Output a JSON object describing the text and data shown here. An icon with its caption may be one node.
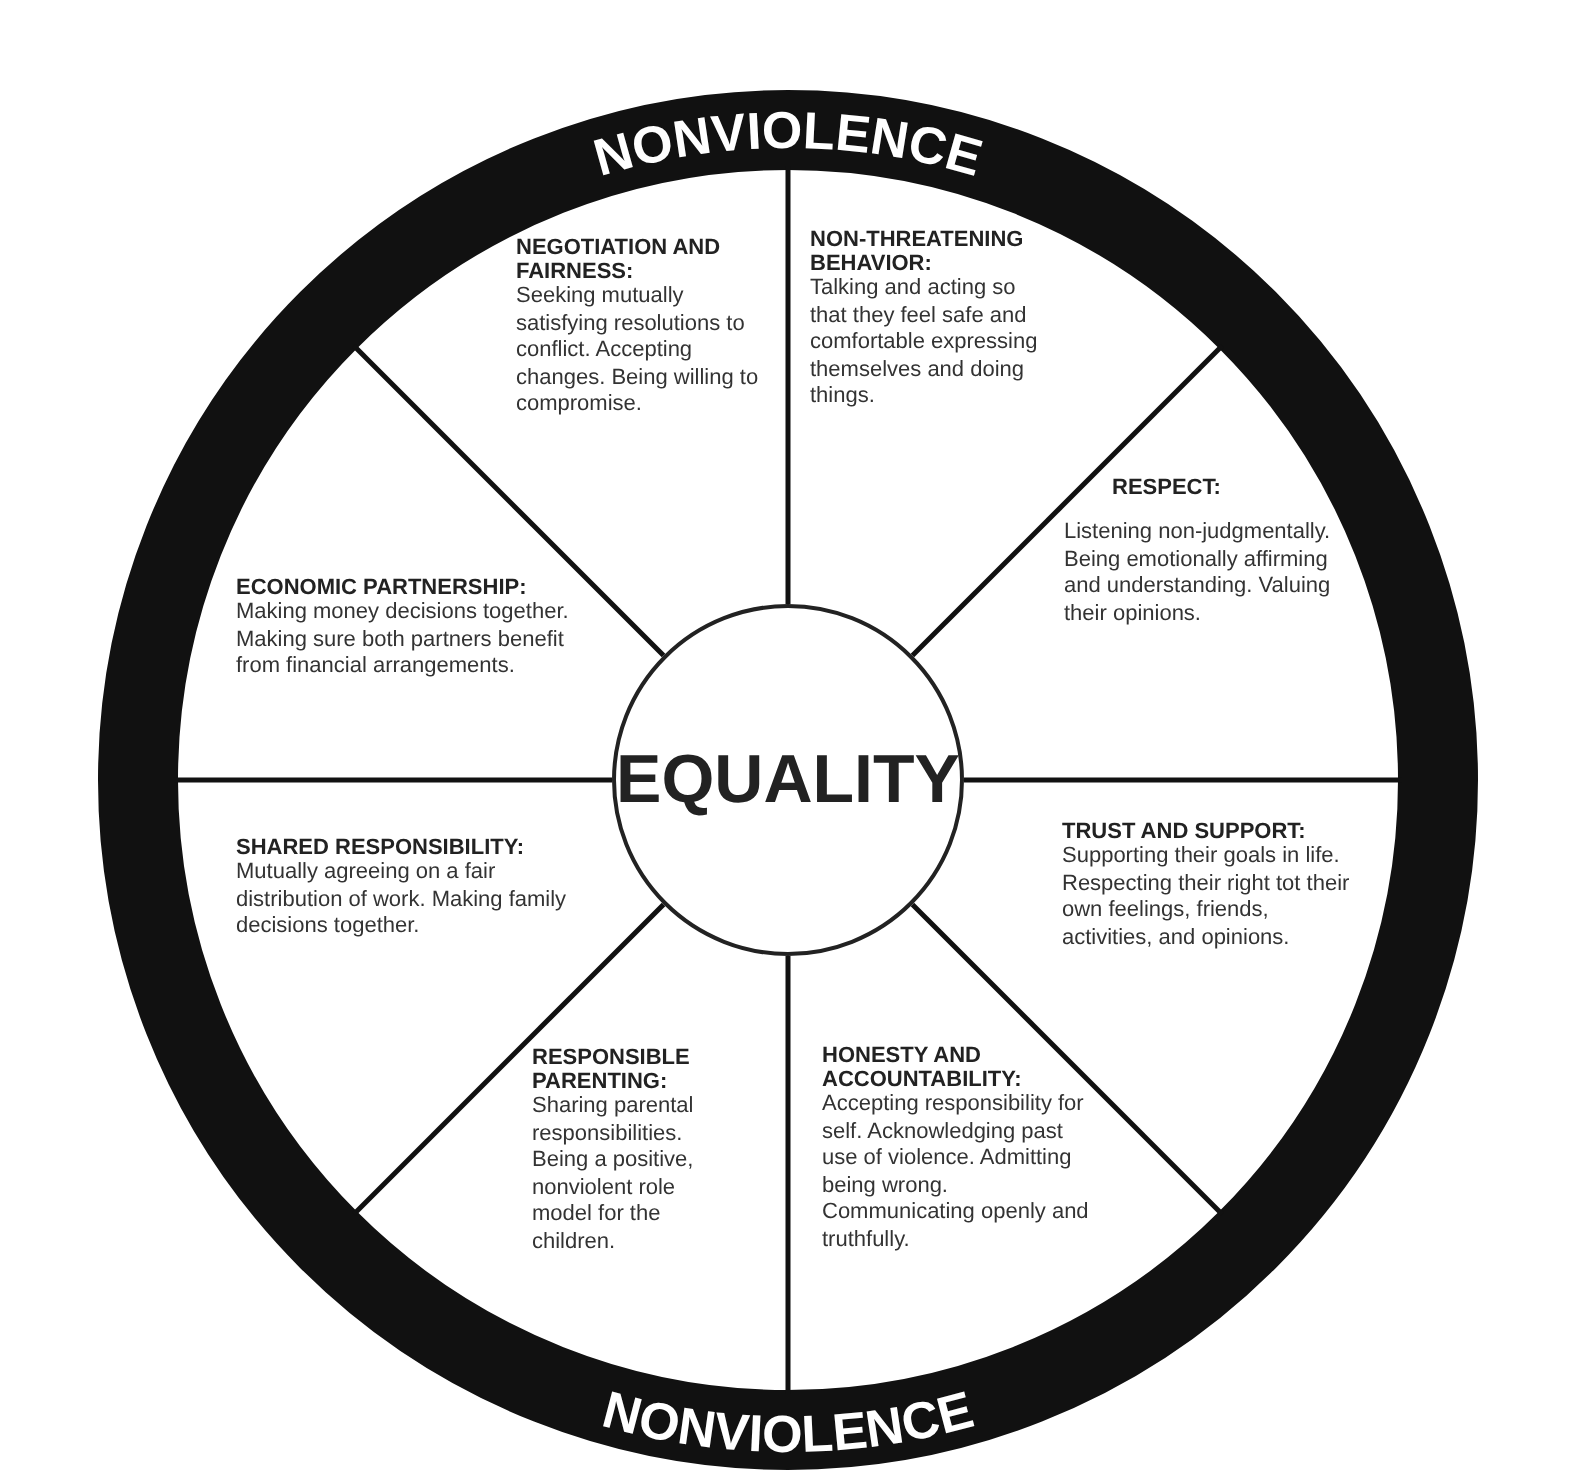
{
  "diagram": {
    "nodes": [
      {
        "text": [
          "NONVIOLENCE",
          "NONVIOLENCE"
        ]
      },
      {
        "text": [
          "NEGOTIATION AND FAIRNESS:",
          "Seeking mutually satisfying resolutions to conflict. Accepting changes. Being willing to compromise."
        ],
        "in": 0
      },
      {
        "text": [
          "NON-THREATENING BEHAVIOR:",
          "Talking and acting so that they feel safe and comfortable expressing themselves and doing things."
        ],
        "in": 0
      },
      {
        "text": [
          "RESPECT:",
          "Listening non-judgmentally. Being emotionally affirming and understanding. Valuing their opinions."
        ],
        "in": 0
      },
      {
        "text": [
          "ECONOMIC PARTNERSHIP:",
          "Making money decisions together.  Making sure both partners benefit from financial arrangements."
        ],
        "in": 0
      },
      {
        "text": [
          "EQUALITY"
        ],
        "in": 0
      },
      {
        "text": [
          "SHARED RESPONSIBILITY:",
          "Mutually agreeing on a fair distribution of work. Making family decisions together."
        ],
        "in": 0
      },
      {
        "text": [
          "TRUST AND SUPPORT:",
          "Supporting their goals in life. Respecting their right tot their own feelings, friends, activities, and opinions."
        ],
        "in": 0
      },
      {
        "text": [
          "RESPONSIBLE PARENTING:",
          "Sharing parental responsibilities. Being a positive, nonviolent role model for the children."
        ],
        "in": 0
      },
      {
        "text": [
          "HONESTY AND ACCOUNTABILITY:",
          "Accepting responsibility for self. Acknowledging past use of violence. Admitting being wrong. Communicating openly and truthfully."
        ],
        "in": 0
      }
    ],
    "edges": []
  }
}
